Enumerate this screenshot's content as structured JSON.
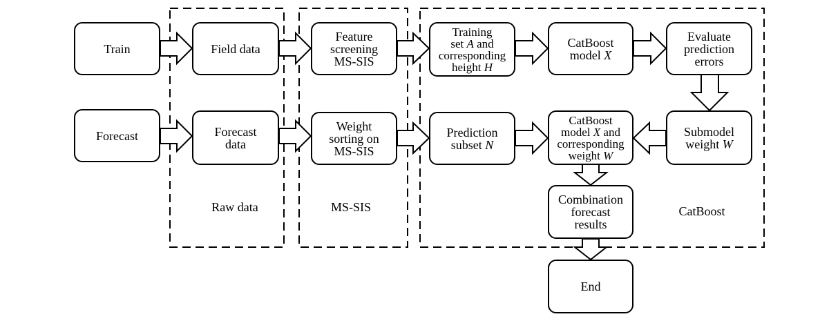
{
  "nodes": {
    "train": {
      "label": "Train"
    },
    "forecast": {
      "label": "Forecast"
    },
    "field_data": {
      "label": "Field data"
    },
    "forecast_data": {
      "line1": "Forecast",
      "line2": "data"
    },
    "feature_screening": {
      "line1": "Feature",
      "line2": "screening",
      "line3": "MS-SIS"
    },
    "weight_sorting": {
      "line1": "Weight",
      "line2": "sorting on",
      "line3": "MS-SIS"
    },
    "training_set": {
      "line1": "Training",
      "line2a": "set ",
      "line2b": "A",
      "line2c": " and",
      "line3": "corresponding",
      "line4a": "height ",
      "line4b": "H"
    },
    "prediction_subset": {
      "line1": "Prediction",
      "line2a": "subset ",
      "line2b": "N"
    },
    "catboost_model": {
      "line1": "CatBoost",
      "line2a": "model ",
      "line2b": "X"
    },
    "catboost_weighted": {
      "line1": "CatBoost",
      "line2a": "model ",
      "line2b": "X",
      "line2c": " and",
      "line3": "corresponding",
      "line4a": "weight ",
      "line4b": "W"
    },
    "evaluate": {
      "line1": "Evaluate",
      "line2": "prediction",
      "line3": "errors"
    },
    "submodel_weight": {
      "line1": "Submodel",
      "line2a": "weight ",
      "line2b": "W"
    },
    "combination": {
      "line1": "Combination",
      "line2": "forecast",
      "line3": "results"
    },
    "end": {
      "label": "End"
    }
  },
  "groups": {
    "raw_data": "Raw data",
    "ms_sis": "MS-SIS",
    "catboost": "CatBoost"
  }
}
